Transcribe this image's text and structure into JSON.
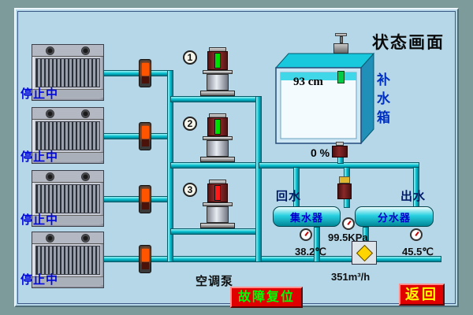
{
  "title": "状态画面",
  "chillers": {
    "indicator_color": "#ff5500",
    "units": [
      {
        "label": "停止中"
      },
      {
        "label": "停止中"
      },
      {
        "label": "停止中"
      },
      {
        "label": "停止中"
      }
    ]
  },
  "pumps": {
    "group_label": "空调泵",
    "units": [
      {
        "num": "1",
        "status_color": "#00dd00"
      },
      {
        "num": "2",
        "status_color": "#00dd00"
      },
      {
        "num": "3",
        "status_color": "#ff1a1a"
      }
    ]
  },
  "tank": {
    "level": "93 cm",
    "label": "补水箱",
    "valve_opening": "0 %"
  },
  "manifolds": {
    "collector": {
      "name": "集水器",
      "flow_label": "回水",
      "temp": "38.2℃"
    },
    "distributor": {
      "name": "分水器",
      "flow_label": "出水",
      "temp": "45.5℃"
    }
  },
  "readings": {
    "pressure": "99.5KPa",
    "flow": "351m³/h"
  },
  "buttons": {
    "fault_reset": "故障复位",
    "back": "返回"
  }
}
